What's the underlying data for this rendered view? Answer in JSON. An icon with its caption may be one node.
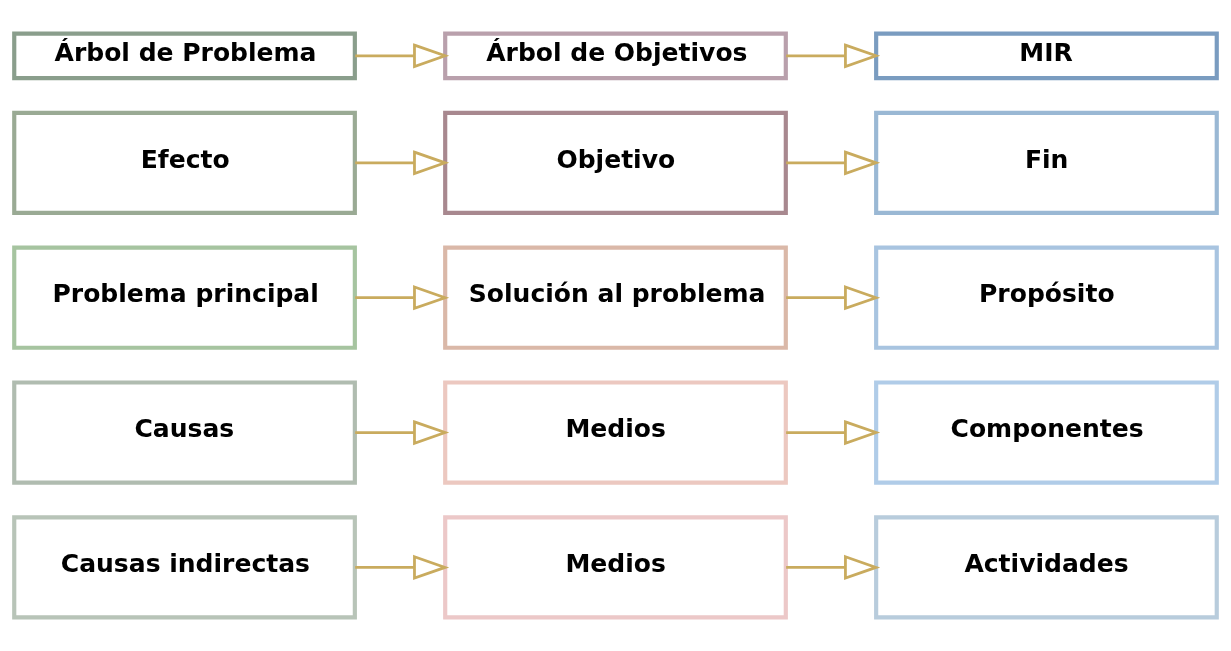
{
  "diagram": {
    "nodes": [
      {
        "text": [
          "Árbol de Problema"
        ]
      },
      {
        "text": [
          "Árbol de Objetivos"
        ]
      },
      {
        "text": [
          "MIR"
        ]
      },
      {
        "text": [
          "Efecto"
        ]
      },
      {
        "text": [
          "Objetivo"
        ]
      },
      {
        "text": [
          "Fin"
        ]
      },
      {
        "text": [
          "Problema principal"
        ]
      },
      {
        "text": [
          "Solución al problema"
        ]
      },
      {
        "text": [
          "Propósito"
        ]
      },
      {
        "text": [
          "Causas"
        ]
      },
      {
        "text": [
          "Medios"
        ]
      },
      {
        "text": [
          "Componentes"
        ]
      },
      {
        "text": [
          "Causas indirectas"
        ]
      },
      {
        "text": [
          "Medios"
        ]
      },
      {
        "text": [
          "Actividades"
        ]
      }
    ],
    "edges": [
      {
        "from": 0,
        "to": 1,
        "arrow": "to"
      },
      {
        "from": 1,
        "to": 2,
        "arrow": "to"
      },
      {
        "from": 3,
        "to": 4,
        "arrow": "to"
      },
      {
        "from": 4,
        "to": 5,
        "arrow": "to"
      },
      {
        "from": 6,
        "to": 7,
        "arrow": "to"
      },
      {
        "from": 7,
        "to": 8,
        "arrow": "to"
      },
      {
        "from": 9,
        "to": 10,
        "arrow": "to"
      },
      {
        "from": 10,
        "to": 11,
        "arrow": "to"
      },
      {
        "from": 12,
        "to": 13,
        "arrow": "to"
      },
      {
        "from": 13,
        "to": 14,
        "arrow": "to"
      }
    ]
  }
}
